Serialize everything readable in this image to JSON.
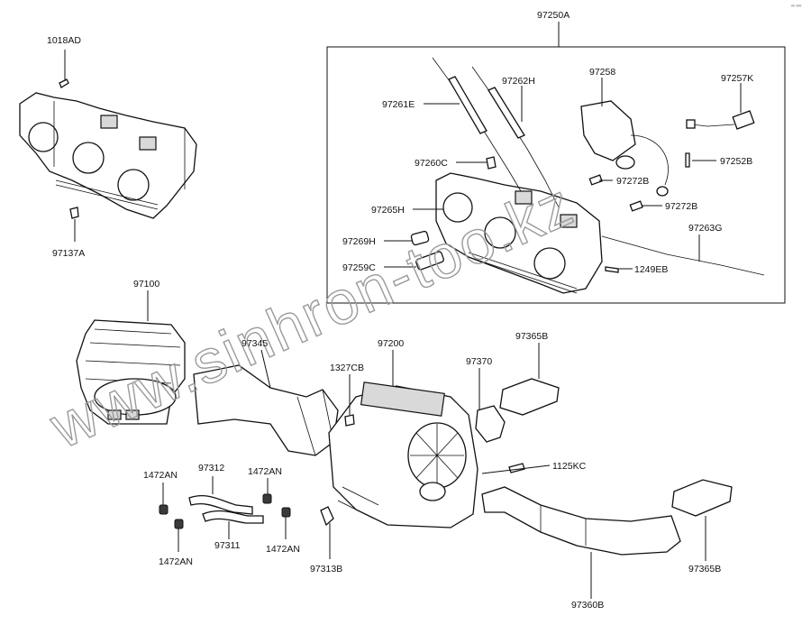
{
  "corner_code": "⁰⁰ ⁰⁰⁰",
  "watermark": "www.sinhron-too.kz",
  "labels": {
    "p97250A": "97250A",
    "p1018AD": "1018AD",
    "p97137A": "97137A",
    "p97261E": "97261E",
    "p97262H": "97262H",
    "p97258": "97258",
    "p97257K": "97257K",
    "p97260C": "97260C",
    "p97252B": "97252B",
    "p97272B_1": "97272B",
    "p97272B_2": "97272B",
    "p97265H": "97265H",
    "p97263G": "97263G",
    "p97269H": "97269H",
    "p97259C": "97259C",
    "p1249EB": "1249EB",
    "p97100": "97100",
    "p97345": "97345",
    "p97200": "97200",
    "p1327CB": "1327CB",
    "p97370": "97370",
    "p97365B_1": "97365B",
    "p97365B_2": "97365B",
    "p1125KC": "1125KC",
    "p1472AN_1": "1472AN",
    "p1472AN_2": "1472AN",
    "p1472AN_3": "1472AN",
    "p1472AN_4": "1472AN",
    "p97312": "97312",
    "p97311": "97311",
    "p97313B": "97313B",
    "p97360B": "97360B"
  }
}
